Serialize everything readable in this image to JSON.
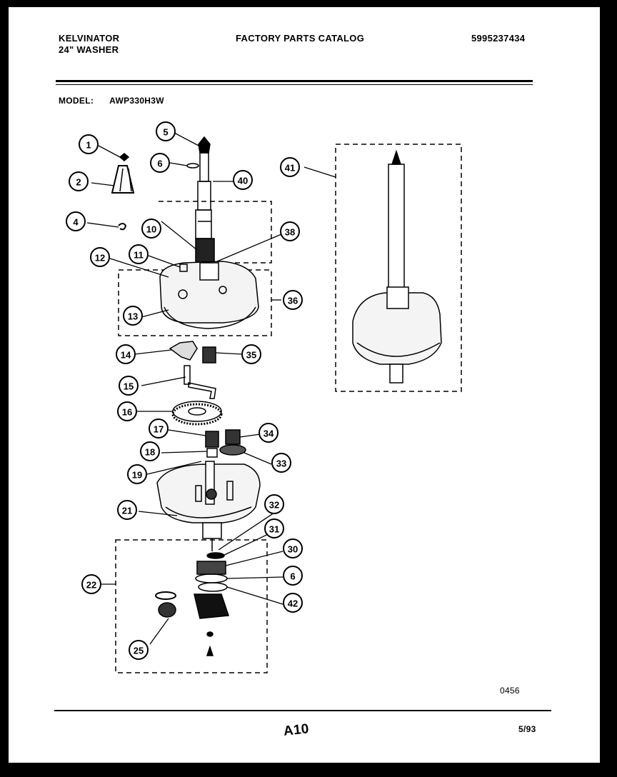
{
  "header": {
    "brand": "KELVINATOR",
    "product": "24\" WASHER",
    "catalog_title": "FACTORY PARTS CATALOG",
    "part_number": "5995237434"
  },
  "model": {
    "label": "MODEL:",
    "value": "AWP330H3W"
  },
  "footer": {
    "code": "0456",
    "page": "A10",
    "date": "5/93"
  },
  "callouts": [
    "1",
    "2",
    "4",
    "5",
    "6",
    "40",
    "10",
    "38",
    "11",
    "12",
    "13",
    "36",
    "14",
    "35",
    "15",
    "16",
    "17",
    "34",
    "18",
    "33",
    "19",
    "21",
    "32",
    "31",
    "30",
    "6",
    "22",
    "42",
    "25",
    "41"
  ]
}
